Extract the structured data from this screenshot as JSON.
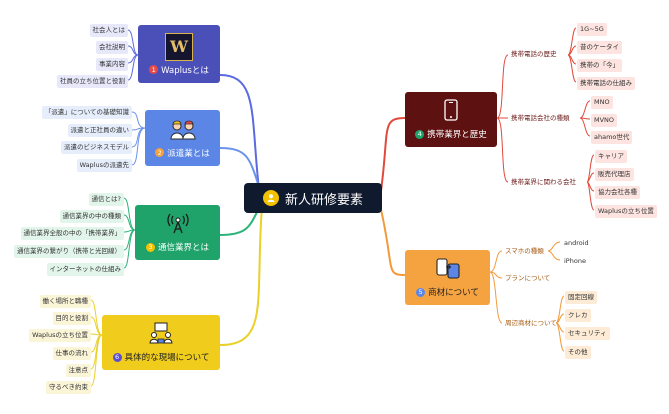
{
  "center": {
    "title": "新人研修要素"
  },
  "topics": {
    "t1": {
      "num": "1",
      "title": "Waplusとは",
      "logo_text": "W",
      "leaves": [
        "社会人とは",
        "会社説明",
        "事業内容",
        "社員の立ち位置と役割"
      ]
    },
    "t2": {
      "num": "2",
      "title": "派遣業とは",
      "leaves": [
        "「派遣」についての基礎知識",
        "派遣と正社員の違い",
        "派遣のビジネスモデル",
        "Waplusの派遣先"
      ]
    },
    "t3": {
      "num": "3",
      "title": "通信業界とは",
      "leaves": [
        "通信とは?",
        "通信業界の中の種類",
        "通信業界全般の中の「携帯業界」",
        "通信業界の繋がり（携帯と光回線）",
        "インターネットの仕組み"
      ]
    },
    "t4": {
      "num": "4",
      "title": "携帯業界と歴史",
      "subs": [
        {
          "label": "携帯電話の歴史",
          "leaves": [
            "1G~5G",
            "昔のケータイ",
            "携帯の「今」",
            "携帯電話の仕組み"
          ]
        },
        {
          "label": "携帯電話会社の種類",
          "leaves": [
            "MNO",
            "MVNO",
            "ahamo世代"
          ]
        },
        {
          "label": "携帯業界に関わる会社",
          "leaves": [
            "キャリア",
            "販売代理店",
            "協力会社各種",
            "Waplusの立ち位置"
          ]
        }
      ]
    },
    "t5": {
      "num": "5",
      "title": "商材について",
      "subs": [
        {
          "label": "スマホの種類",
          "leaves": [
            "android",
            "iPhone"
          ]
        },
        {
          "label": "プランについて",
          "leaves": []
        },
        {
          "label": "周辺商材について",
          "leaves": [
            "固定回線",
            "クレカ",
            "セキュリティ",
            "その他"
          ]
        }
      ]
    },
    "t6": {
      "num": "6",
      "title": "具体的な現場について",
      "leaves": [
        "働く場所と職種",
        "目的と役割",
        "Waplusの立ち位置",
        "仕事の流れ",
        "注意点",
        "守るべき約束"
      ]
    }
  },
  "colors": {
    "central_bg": "#0f1a2e",
    "t1": "#4b4fb8",
    "t2": "#5b86e5",
    "t3": "#1fa36a",
    "t4": "#5e1111",
    "t5": "#f4a340",
    "t6": "#f0cc1c",
    "line_t1": "#5b6ae0",
    "line_t2": "#6b93ec",
    "line_t3": "#2bb37a",
    "line_t4": "#e04a3c",
    "line_t5": "#f39a3a",
    "line_t6": "#ead02a"
  },
  "icons": {
    "center": "person-icon",
    "t2": "workers-icon",
    "t3": "antenna-icon",
    "t4": "smartphone-icon",
    "t5": "devices-icon",
    "t6": "meeting-icon"
  }
}
